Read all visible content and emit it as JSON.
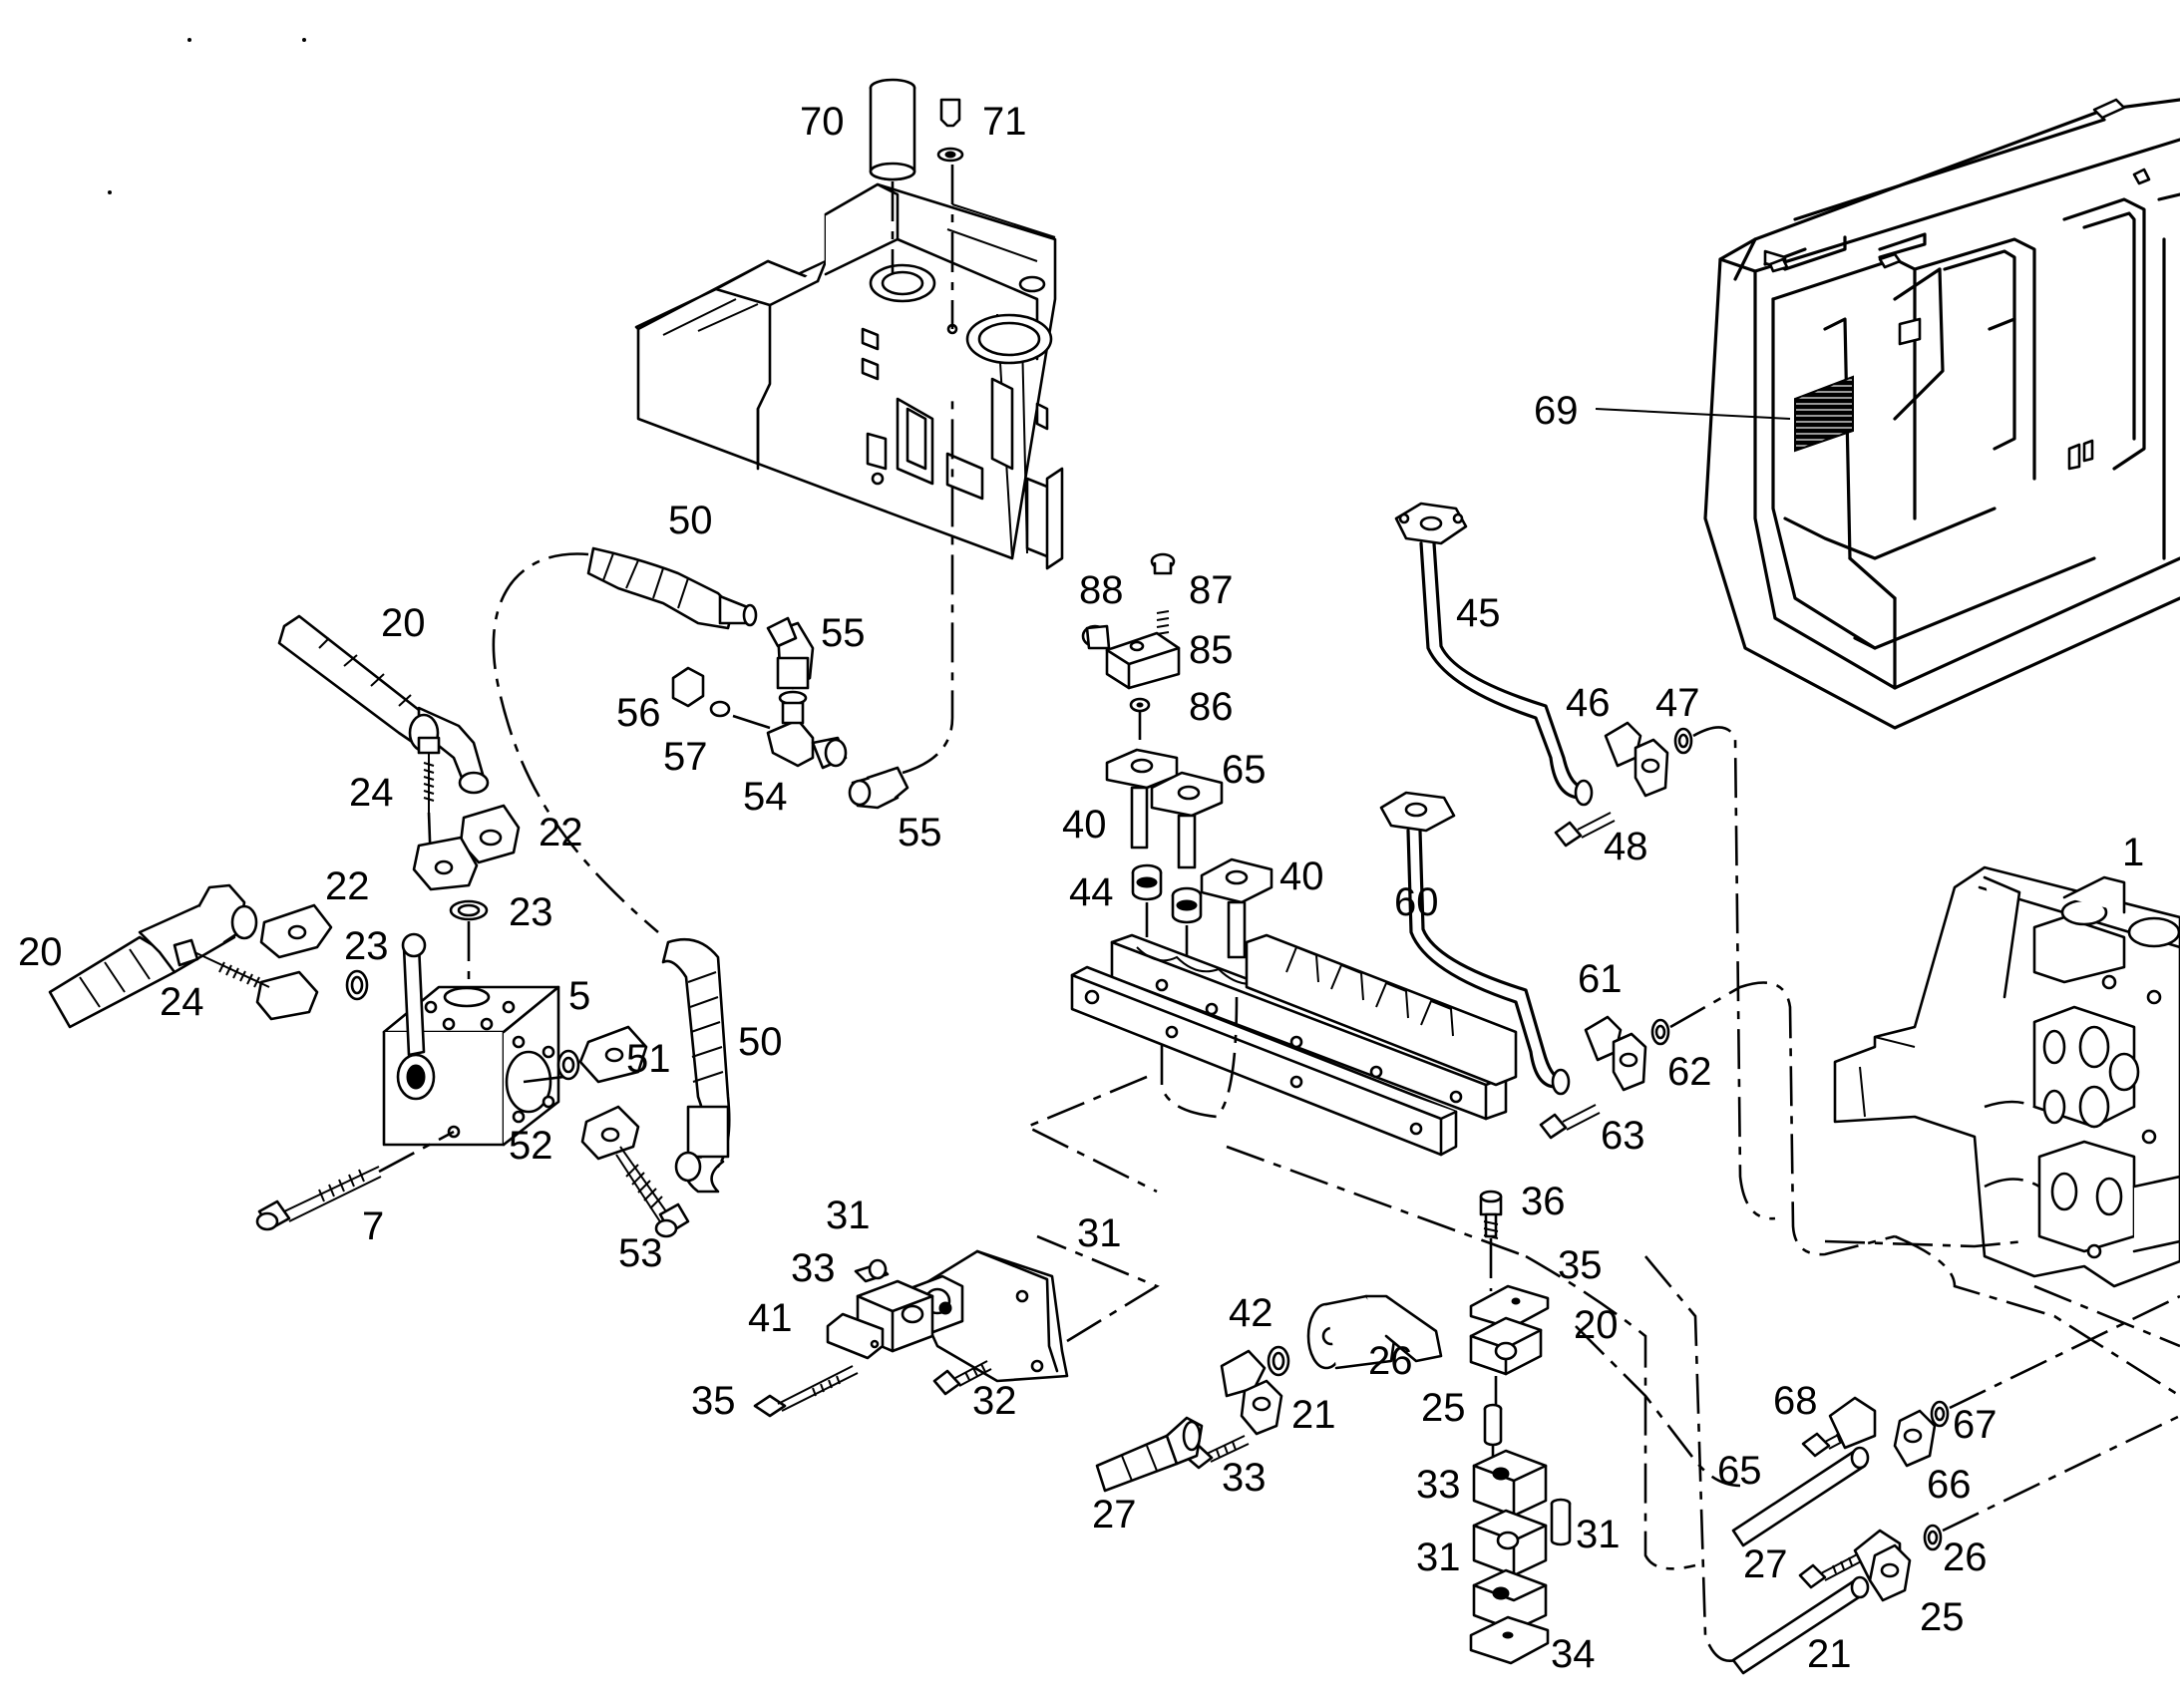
{
  "figure": {
    "callouts": [
      {
        "id": "c70",
        "text": "70"
      },
      {
        "id": "c71",
        "text": "71"
      },
      {
        "id": "c69",
        "text": "69"
      },
      {
        "id": "c50a",
        "text": "50"
      },
      {
        "id": "c20a",
        "text": "20"
      },
      {
        "id": "c55a",
        "text": "55"
      },
      {
        "id": "c56",
        "text": "56"
      },
      {
        "id": "c57",
        "text": "57"
      },
      {
        "id": "c54",
        "text": "54"
      },
      {
        "id": "c55b",
        "text": "55"
      },
      {
        "id": "c24a",
        "text": "24"
      },
      {
        "id": "c22a",
        "text": "22"
      },
      {
        "id": "c22b",
        "text": "22"
      },
      {
        "id": "c23a",
        "text": "23"
      },
      {
        "id": "c20b",
        "text": "20"
      },
      {
        "id": "c23b",
        "text": "23"
      },
      {
        "id": "c24b",
        "text": "24"
      },
      {
        "id": "c5",
        "text": "5"
      },
      {
        "id": "c51",
        "text": "51"
      },
      {
        "id": "c50b",
        "text": "50"
      },
      {
        "id": "c52",
        "text": "52"
      },
      {
        "id": "c7",
        "text": "7"
      },
      {
        "id": "c53",
        "text": "53"
      },
      {
        "id": "c88",
        "text": "88"
      },
      {
        "id": "c87",
        "text": "87"
      },
      {
        "id": "c85",
        "text": "85"
      },
      {
        "id": "c86",
        "text": "86"
      },
      {
        "id": "c65a",
        "text": "65"
      },
      {
        "id": "c40a",
        "text": "40"
      },
      {
        "id": "c44",
        "text": "44"
      },
      {
        "id": "c40b",
        "text": "40"
      },
      {
        "id": "c45",
        "text": "45"
      },
      {
        "id": "c46",
        "text": "46"
      },
      {
        "id": "c47",
        "text": "47"
      },
      {
        "id": "c48",
        "text": "48"
      },
      {
        "id": "c60",
        "text": "60"
      },
      {
        "id": "c1",
        "text": "1"
      },
      {
        "id": "c61",
        "text": "61"
      },
      {
        "id": "c62",
        "text": "62"
      },
      {
        "id": "c63",
        "text": "63"
      },
      {
        "id": "c36",
        "text": "36"
      },
      {
        "id": "c35a",
        "text": "35"
      },
      {
        "id": "c31a",
        "text": "31"
      },
      {
        "id": "c33a",
        "text": "33"
      },
      {
        "id": "c31b",
        "text": "31"
      },
      {
        "id": "c41",
        "text": "41"
      },
      {
        "id": "c35b",
        "text": "35"
      },
      {
        "id": "c32",
        "text": "32"
      },
      {
        "id": "c42",
        "text": "42"
      },
      {
        "id": "c26a",
        "text": "26"
      },
      {
        "id": "c21a",
        "text": "21"
      },
      {
        "id": "c25a",
        "text": "25"
      },
      {
        "id": "c33b",
        "text": "33"
      },
      {
        "id": "c27a",
        "text": "27"
      },
      {
        "id": "c20c",
        "text": "20"
      },
      {
        "id": "c31c",
        "text": "31"
      },
      {
        "id": "c33c",
        "text": "33"
      },
      {
        "id": "c31d",
        "text": "31"
      },
      {
        "id": "c34",
        "text": "34"
      },
      {
        "id": "c68",
        "text": "68"
      },
      {
        "id": "c67",
        "text": "67"
      },
      {
        "id": "c65b",
        "text": "65"
      },
      {
        "id": "c66",
        "text": "66"
      },
      {
        "id": "c27b",
        "text": "27"
      },
      {
        "id": "c26b",
        "text": "26"
      },
      {
        "id": "c25b",
        "text": "25"
      },
      {
        "id": "c21b",
        "text": "21"
      }
    ]
  }
}
